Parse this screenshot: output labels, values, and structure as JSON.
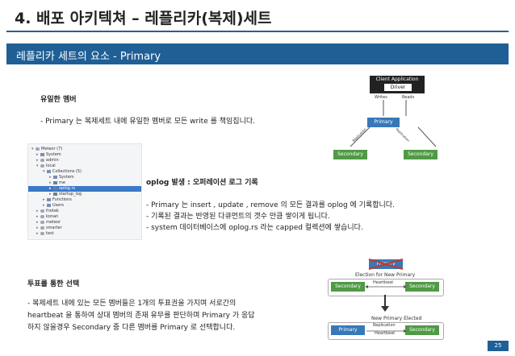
{
  "header": {
    "title": "4. 배포 아키텍쳐 – 레플리카(복제)세트",
    "subtitle": "레플리카 세트의 요소 - Primary"
  },
  "sections": {
    "unique": {
      "heading": "유일한 멤버",
      "line1": "- Primary 는 복제세트 내에 유일한 멤버로 모든 write 를 책임집니다."
    },
    "oplog": {
      "heading": "oplog 발생 : 오퍼레이션 로그 기록",
      "line1": "- Primary 는 insert , update , remove 의 모든 결과를 oplog 에 기록합니다.",
      "line2": "- 기록된 결과는 반영된 다큐먼트의 갯수 만큼 쌓이게 됩니다.",
      "line3": "- system 데이터베이스에 oplog.rs 라는 capped 컬렉션에 쌓습니다."
    },
    "election": {
      "heading": "투표를 통한 선택",
      "line1": "- 복제세트 내에 있는 모든 멤버들은 1개의 투표권을 가지며 서로간의",
      "line2": "heartbeat 을 통하여 상대 멤버의 존재 유무를 판단하며 Primary 가 응답",
      "line3": "하지 않을경우 Secondary 중 다른 멤버를 Primary 로 선택합니다."
    }
  },
  "tree": {
    "items": [
      "Meteor (7)",
      "System",
      "admin",
      "local",
      "Collections (5)",
      "System",
      "me",
      "oplog.rs",
      "startup_log",
      "Functions",
      "Users",
      "fnotek",
      "konan",
      "meteor",
      "smarter",
      "test"
    ],
    "selected_index": 7
  },
  "diagram_top": {
    "client": "Client Application",
    "driver": "Driver",
    "writes": "Writes",
    "reads": "Reads",
    "primary": "Primary",
    "secondary_left": "Secondary",
    "secondary_right": "Secondary",
    "replication_left": "Replication",
    "replication_right": "Replication"
  },
  "diagram_bottom": {
    "crossed_primary": "Primary",
    "election_label": "Election for New Primary",
    "secondary_a": "Secondary",
    "secondary_b": "Secondary",
    "heartbeat_a": "Heartbeat",
    "new_primary_label": "New Primary Elected",
    "primary": "Primary",
    "secondary_c": "Secondary",
    "replication": "Replication",
    "heartbeat_b": "Heartbeat"
  },
  "page_number": "25",
  "colors": {
    "accent": "#1f5f96",
    "primary_box": "#3778b8",
    "secondary_box": "#4f9a45",
    "cross": "#c0392b"
  }
}
